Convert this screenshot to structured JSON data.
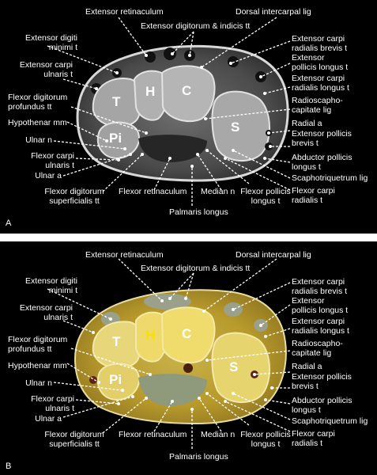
{
  "colors": {
    "background": "#000000",
    "label_text": "#ffffff",
    "leader_line": "#ffffff",
    "bone_letter_a": "#ffffff",
    "bone_letter_b_white": "#ffffff",
    "bone_letter_b_yellow": "#f5e400"
  },
  "panels": [
    {
      "letter": "A",
      "bones": {
        "T": "T",
        "H": "H",
        "C": "C",
        "S": "S",
        "Pi": "Pi"
      },
      "labels": {
        "extensor_retinaculum": "Extensor retinaculum",
        "dorsal_intercarpal_lig": "Dorsal intercarpal lig",
        "extensor_digitorum_indicis": "Extensor digitorum & indicis tt",
        "extensor_digiti_minimi": "Extensor digiti\nminimi t",
        "extensor_carpi_ulnaris": "Extensor carpi\nulnaris t",
        "flexor_digitorum_profundus": "Flexor digitorum\nprofundus tt",
        "hypothenar_mm": "Hypothenar mm",
        "ulnar_n": "Ulnar n",
        "flexor_carpi_ulnaris": "Flexor carpi\nulnaris t",
        "ulnar_a": "Ulnar a",
        "flexor_digitorum_superficialis": "Flexor digitorum\nsuperficialis tt",
        "flexor_retinaculum": "Flexor retinaculum",
        "palmaris_longus": "Palmaris longus",
        "median_n": "Median n",
        "flexor_pollicis_longus": "Flexor pollicis\nlongus t",
        "extensor_carpi_radialis_brevis": "Extensor carpi\nradialis brevis t",
        "extensor_pollicis_longus": "Extensor\npollicis longus t",
        "extensor_carpi_radialis_longus": "Extensor carpi\nradialis longus t",
        "radioscaphocapitate_lig": "Radioscapho-\ncapitate lig",
        "radial_a": "Radial a",
        "extensor_pollicis_brevis": "Extensor pollicis\nbrevis t",
        "abductor_pollicis_longus": "Abductor pollicis\nlongus t",
        "scaphotriquetrum_lig": "Scaphotriquetrum lig",
        "flexor_carpi_radialis": "Flexor carpi\nradialis t"
      }
    },
    {
      "letter": "B",
      "bones": {
        "T": "T",
        "H": "H",
        "C": "C",
        "S": "S",
        "Pi": "Pi"
      },
      "labels": {
        "extensor_retinaculum": "Extensor retinaculum",
        "dorsal_intercarpal_lig": "Dorsal intercarpal lig",
        "extensor_digitorum_indicis": "Extensor digitorum & indicis tt",
        "extensor_digiti_minimi": "Extensor digiti\nminimi t",
        "extensor_carpi_ulnaris": "Extensor carpi\nulnaris t",
        "flexor_digitorum_profundus": "Flexor digitorum\nprofundus tt",
        "hypothenar_mm": "Hypothenar mm",
        "ulnar_n": "Ulnar n",
        "flexor_carpi_ulnaris": "Flexor carpi\nulnaris t",
        "ulnar_a": "Ulnar a",
        "flexor_digitorum_superficialis": "Flexor digitorum\nsuperficialis tt",
        "flexor_retinaculum": "Flexor retinaculum",
        "palmaris_longus": "Palmaris longus",
        "median_n": "Median n",
        "flexor_pollicis_longus": "Flexor pollicis\nlongus t",
        "extensor_carpi_radialis_brevis": "Extensor carpi\nradialis brevis t",
        "extensor_pollicis_longus": "Extensor\npollicis longus t",
        "extensor_carpi_radialis_longus": "Extensor carpi\nradialis longus t",
        "radioscaphocapitate_lig": "Radioscapho-\ncapitate lig",
        "radial_a": "Radial a",
        "extensor_pollicis_brevis": "Extensor pollicis\nbrevis t",
        "abductor_pollicis_longus": "Abductor pollicis\nlongus t",
        "scaphotriquetrum_lig": "Scaphotriquetrum lig",
        "flexor_carpi_radialis": "Flexor carpi\nradialis t"
      }
    }
  ]
}
